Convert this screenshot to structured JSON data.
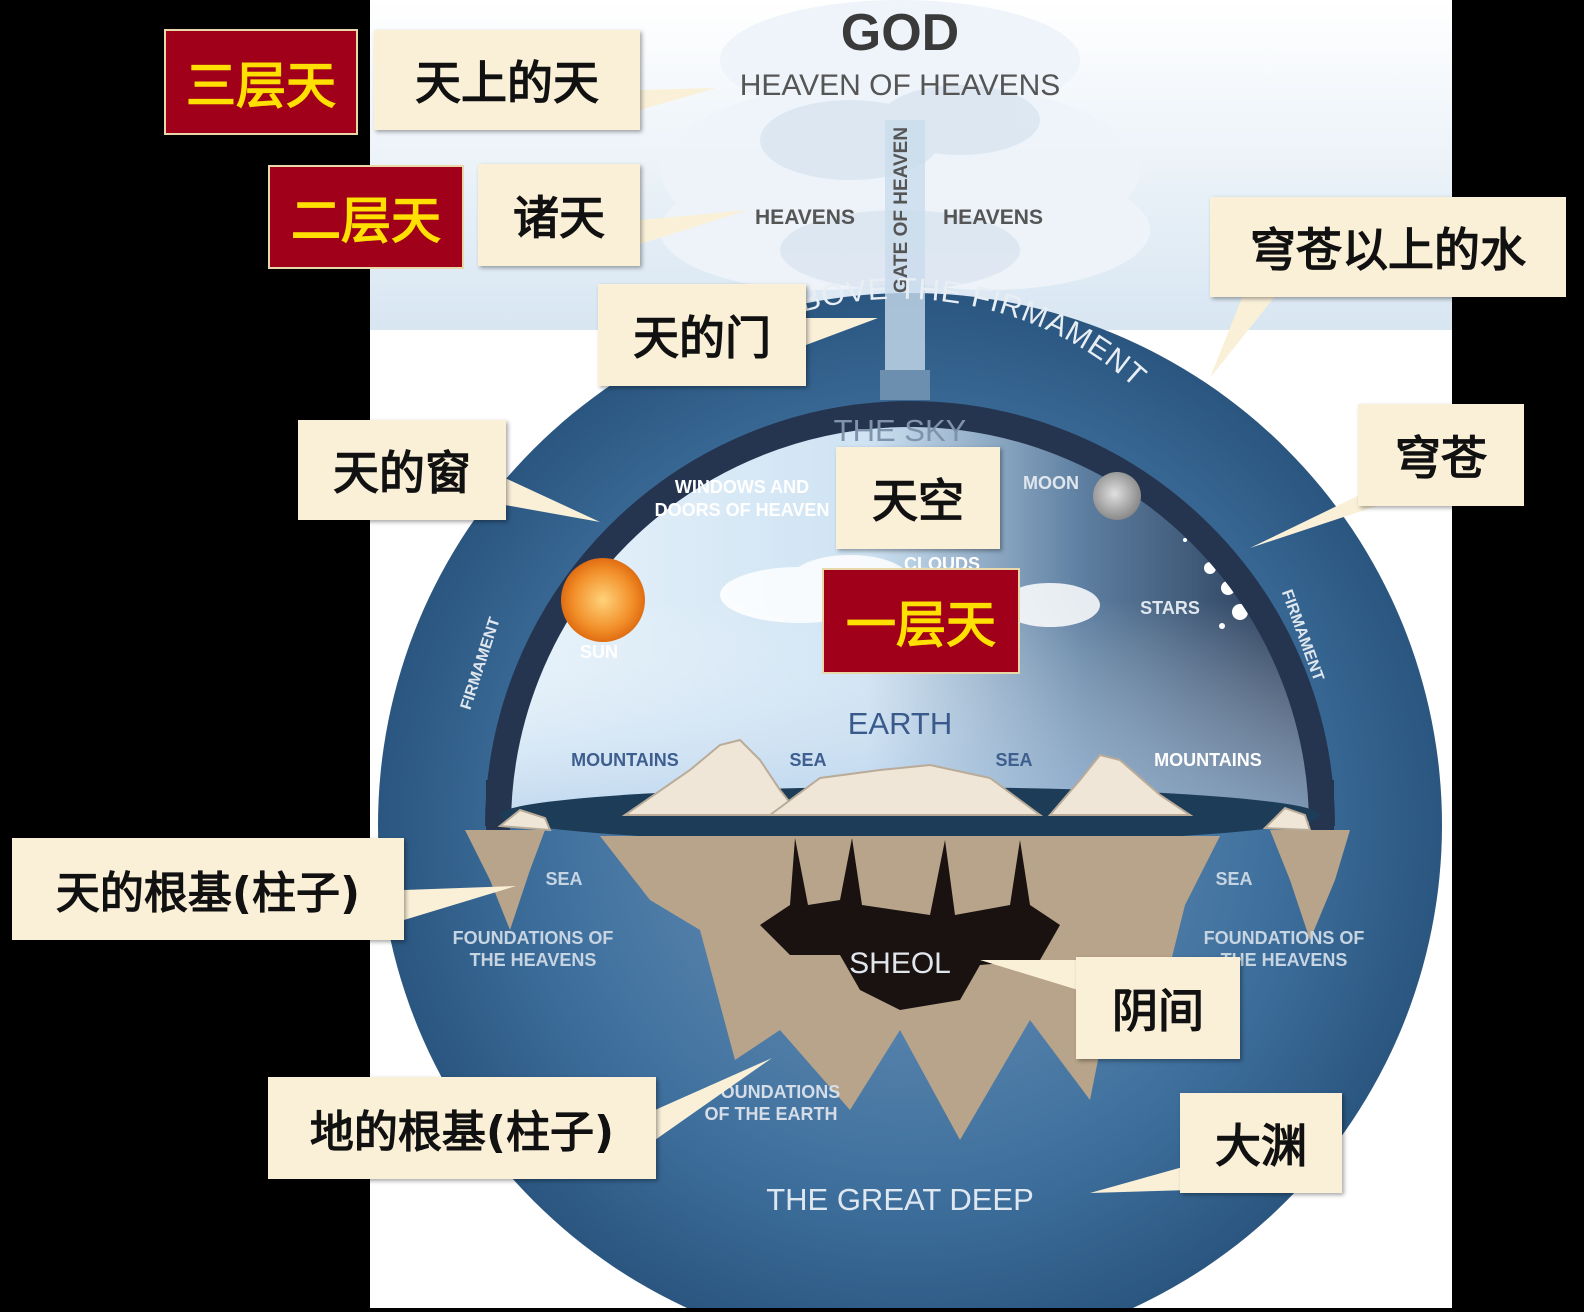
{
  "diagram": {
    "god": "GOD",
    "heaven_of_heavens": "HEAVEN OF HEAVENS",
    "heavens_left": "HEAVENS",
    "heavens_right": "HEAVENS",
    "gate_of_heaven": "GATE OF HEAVEN",
    "waters_above": "WATERS ABOVE THE FIRMAMENT",
    "sky": "THE SKY",
    "windows_line1": "WINDOWS AND",
    "windows_line2": "DOORS OF HEAVEN",
    "moon": "MOON",
    "clouds": "CLOUDS",
    "stars": "STARS",
    "sun": "SUN",
    "firmament_left": "FIRMAMENT",
    "firmament_right": "FIRMAMENT",
    "earth": "EARTH",
    "mountains_left": "MOUNTAINS",
    "mountains_right": "MOUNTAINS",
    "sea_left": "SEA",
    "sea_right": "SEA",
    "sea_low_left": "SEA",
    "sea_low_right": "SEA",
    "foundations_heavens_left_1": "FOUNDATIONS OF",
    "foundations_heavens_left_2": "THE HEAVENS",
    "foundations_heavens_right_1": "FOUNDATIONS OF",
    "foundations_heavens_right_2": "THE HEAVENS",
    "sheol": "SHEOL",
    "foundations_earth_1": "FOUNDATIONS",
    "foundations_earth_2": "OF THE EARTH",
    "great_deep": "THE GREAT DEEP"
  },
  "tiers": {
    "third": "三层天",
    "second": "二层天",
    "first": "一层天"
  },
  "callouts": {
    "heaven_of_heavens": "天上的天",
    "heavens": "诸天",
    "gate": "天的门",
    "waters_above": "穹苍以上的水",
    "windows": "天的窗",
    "firmament": "穹苍",
    "sky": "天空",
    "foundations_heavens": "天的根基(柱子)",
    "sheol": "阴间",
    "foundations_earth": "地的根基(柱子)",
    "great_deep": "大渊"
  }
}
